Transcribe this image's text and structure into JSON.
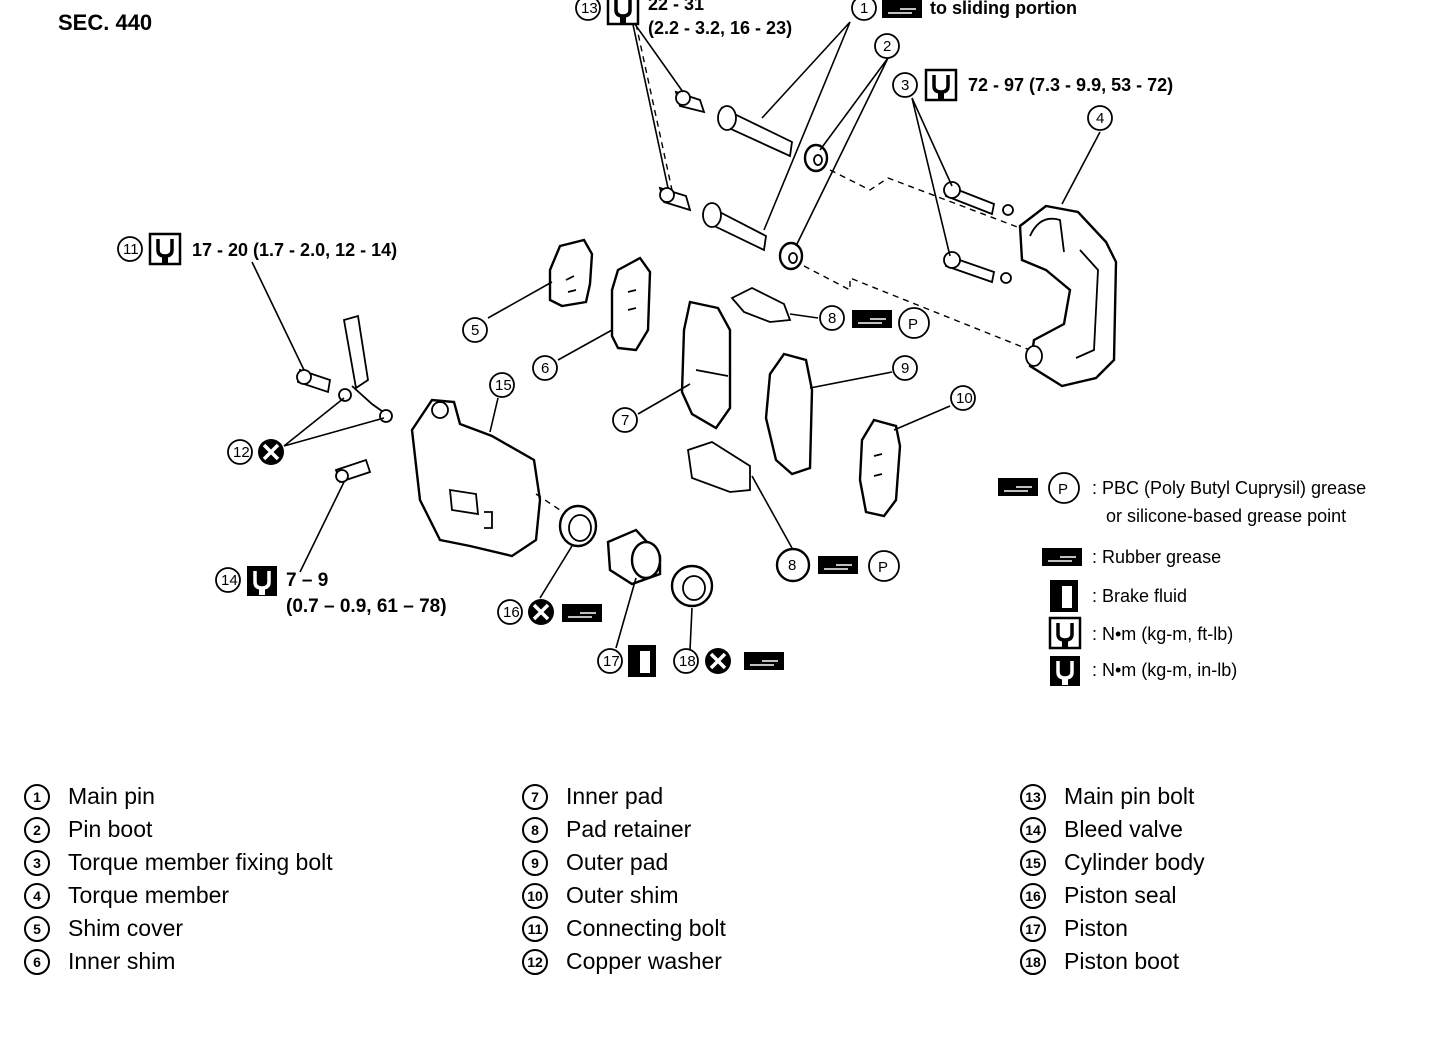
{
  "section_label": "SEC. 440",
  "callouts": {
    "c1_note": "to sliding portion",
    "c13_torque_line1": "22 - 31",
    "c13_torque_line2": "(2.2 - 3.2, 16 - 23)",
    "c3_torque": "72 - 97 (7.3 - 9.9, 53 - 72)",
    "c11_torque": "17 - 20 (1.7 - 2.0, 12 - 14)",
    "c14_torque_line1": "7 – 9",
    "c14_torque_line2": "(0.7 – 0.9, 61 – 78)"
  },
  "legend": {
    "p_symbol": "P",
    "pbc_line1": ": PBC (Poly Butyl Cuprysil) grease",
    "pbc_line2": "or silicone-based grease point",
    "rubber_grease": ": Rubber grease",
    "brake_fluid": ": Brake fluid",
    "torque_ftlb": ": N•m (kg-m, ft-lb)",
    "torque_inlb": ": N•m (kg-m, in-lb)"
  },
  "parts": [
    {
      "num": "1",
      "name": "Main pin"
    },
    {
      "num": "2",
      "name": "Pin boot"
    },
    {
      "num": "3",
      "name": "Torque member fixing bolt"
    },
    {
      "num": "4",
      "name": "Torque member"
    },
    {
      "num": "5",
      "name": "Shim cover"
    },
    {
      "num": "6",
      "name": "Inner shim"
    },
    {
      "num": "7",
      "name": "Inner pad"
    },
    {
      "num": "8",
      "name": "Pad retainer"
    },
    {
      "num": "9",
      "name": "Outer pad"
    },
    {
      "num": "10",
      "name": "Outer shim"
    },
    {
      "num": "11",
      "name": "Connecting bolt"
    },
    {
      "num": "12",
      "name": "Copper washer"
    },
    {
      "num": "13",
      "name": "Main pin bolt"
    },
    {
      "num": "14",
      "name": "Bleed valve"
    },
    {
      "num": "15",
      "name": "Cylinder body"
    },
    {
      "num": "16",
      "name": "Piston seal"
    },
    {
      "num": "17",
      "name": "Piston"
    },
    {
      "num": "18",
      "name": "Piston boot"
    }
  ]
}
